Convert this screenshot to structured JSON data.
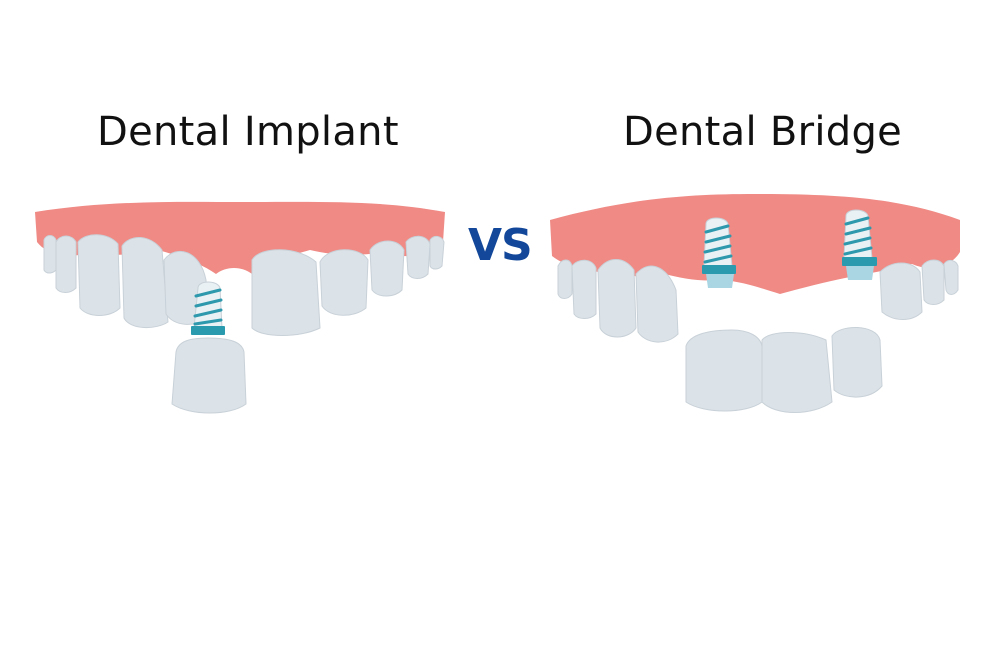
{
  "titles": {
    "left": "Dental Implant",
    "right": "Dental Bridge"
  },
  "separator": "VS",
  "colors": {
    "gum": "#ef8a85",
    "tooth": "#dce3e8",
    "tooth_outline": "#c8d1d8",
    "screw": "#e9f1f4",
    "screw_thread": "#2e98ad",
    "abutment_band": "#2a9aae",
    "abutment_light": "#a9d6e2",
    "separator": "#12479a"
  }
}
